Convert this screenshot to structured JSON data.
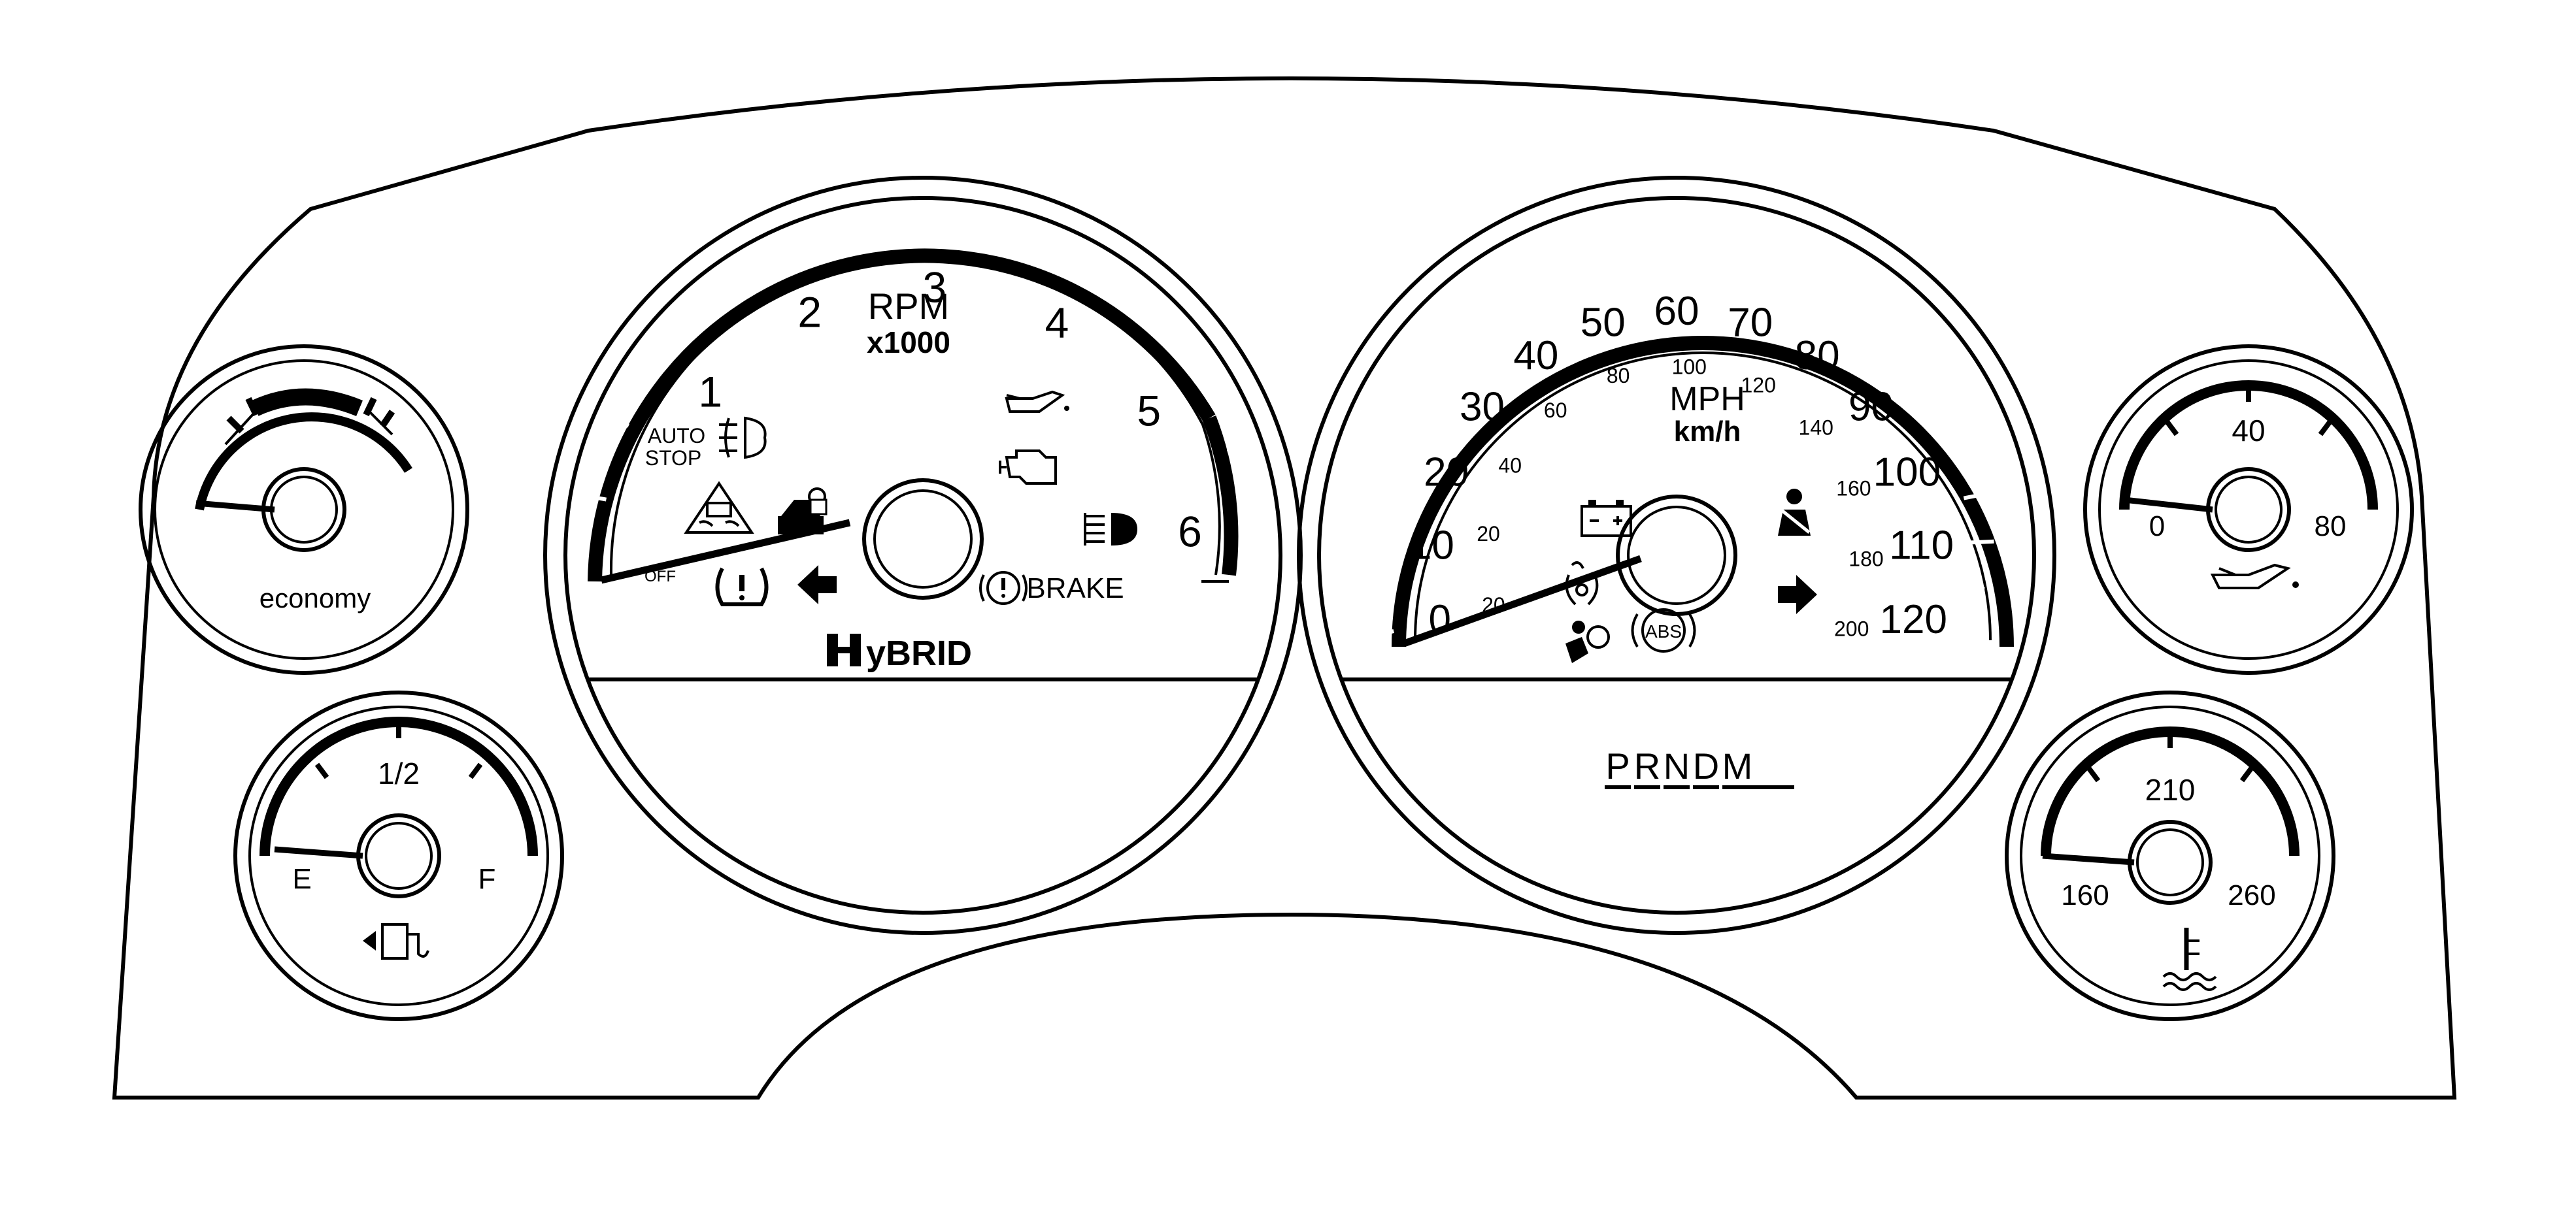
{
  "colors": {
    "ink": "#000000",
    "paper": "#ffffff"
  },
  "tach": {
    "numbers": [
      "1",
      "2",
      "3",
      "4",
      "5",
      "6"
    ],
    "title": "RPM",
    "units": "x1000",
    "auto_stop": [
      "AUTO",
      "STOP"
    ],
    "off_label": "OFF",
    "brake_label": "BRAKE",
    "hybrid_logo": "yBRID",
    "needle_value": 0,
    "icons": [
      "fog-lamp-icon",
      "traction-control-icon",
      "security-lock-icon",
      "oil-can-icon",
      "check-engine-icon",
      "high-beam-icon",
      "tire-pressure-icon",
      "left-turn-signal-icon",
      "brake-warning-icon"
    ]
  },
  "speedo": {
    "mph_numbers": [
      "0",
      "10",
      "20",
      "30",
      "40",
      "50",
      "60",
      "70",
      "80",
      "90",
      "100",
      "110",
      "120"
    ],
    "kmh_numbers": [
      "20",
      "20",
      "40",
      "60",
      "80",
      "100",
      "120",
      "140",
      "160",
      "180",
      "200"
    ],
    "title_mph": "MPH",
    "title_kmh": "km/h",
    "gear_letters": [
      "P",
      "R",
      "N",
      "D",
      "M"
    ],
    "needle_value": 0,
    "icons": [
      "battery-icon",
      "seatbelt-icon",
      "airbag-icon",
      "abs-icon",
      "right-turn-signal-icon",
      "stabilitrak-icon"
    ]
  },
  "economy": {
    "label": "economy",
    "needle_value": 0
  },
  "fuel": {
    "half": "1/2",
    "empty": "E",
    "full": "F",
    "needle_value": 0,
    "icon": "fuel-pump-icon"
  },
  "oil": {
    "labels": [
      "0",
      "40",
      "80"
    ],
    "needle_value": 0,
    "icon": "oil-pressure-icon"
  },
  "temp": {
    "labels": [
      "160",
      "210",
      "260"
    ],
    "needle_value": 160,
    "icon": "coolant-temperature-icon"
  }
}
